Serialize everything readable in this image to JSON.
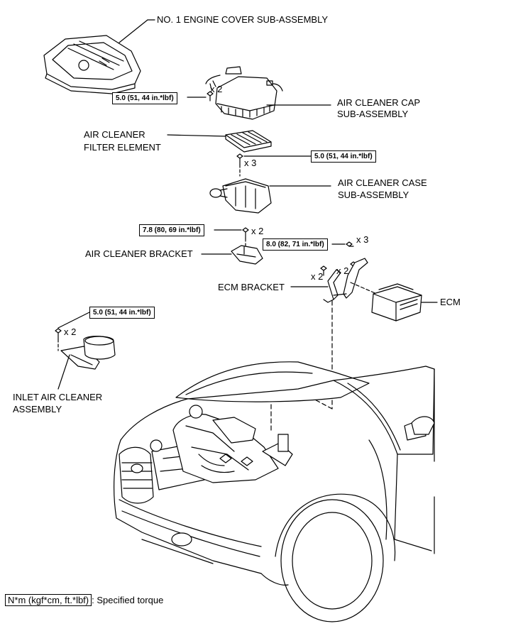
{
  "labels": {
    "engine_cover": "NO. 1 ENGINE COVER SUB-ASSEMBLY",
    "air_cleaner_cap_1": "AIR CLEANER CAP",
    "air_cleaner_cap_2": "SUB-ASSEMBLY",
    "filter_element_1": "AIR CLEANER",
    "filter_element_2": "FILTER ELEMENT",
    "air_cleaner_case_1": "AIR CLEANER CASE",
    "air_cleaner_case_2": "SUB-ASSEMBLY",
    "air_cleaner_bracket": "AIR CLEANER BRACKET",
    "ecm_bracket": "ECM BRACKET",
    "ecm": "ECM",
    "inlet_air_cleaner_1": "INLET AIR CLEANER",
    "inlet_air_cleaner_2": "ASSEMBLY"
  },
  "torques": {
    "cap_bolts": "5.0 (51, 44 in.*lbf)",
    "case_bolts": "5.0 (51, 44 in.*lbf)",
    "bracket_bolts": "7.8 (80, 69 in.*lbf)",
    "ecm_bracket_bolts": "8.0 (82, 71 in.*lbf)",
    "inlet_bolts": "5.0 (51, 44 in.*lbf)"
  },
  "quantities": {
    "cap": "x 2",
    "case": "x 3",
    "bracket": "x 2",
    "ecm_bracket_top": "x 3",
    "ecm_bracket_right": "x 2",
    "ecm_bracket_left": "x 2",
    "inlet": "x 2"
  },
  "legend": {
    "unit": "N*m (kgf*cm, ft.*lbf)",
    "text": ": Specified torque"
  }
}
